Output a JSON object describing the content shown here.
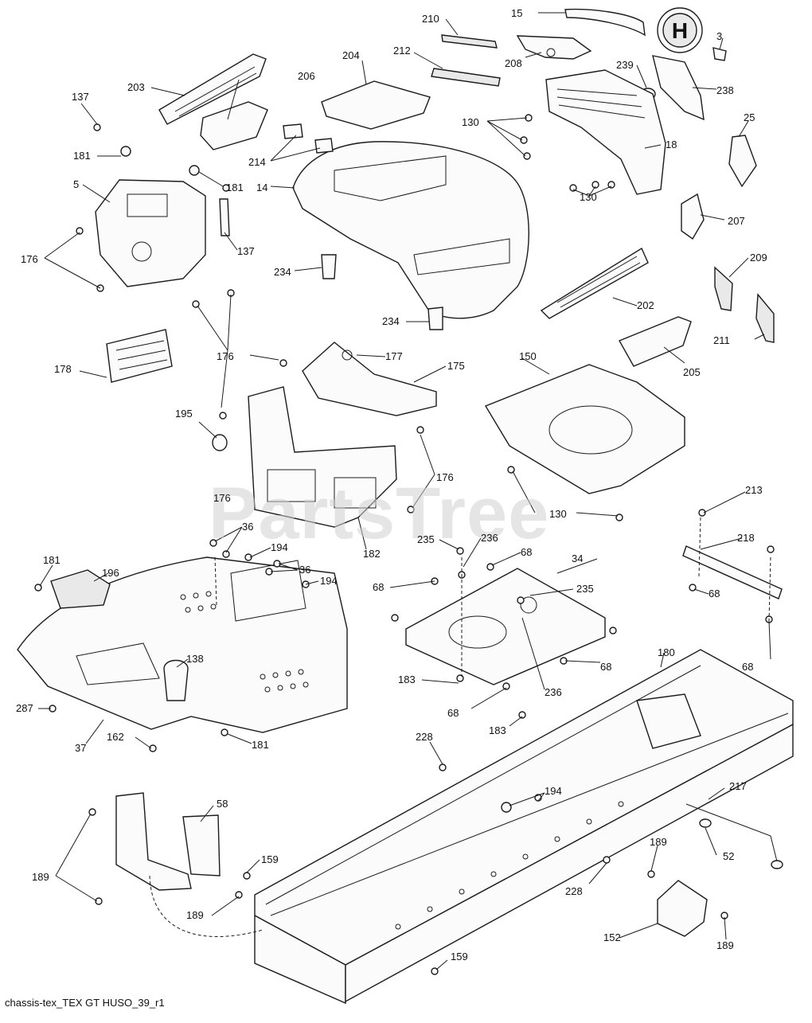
{
  "diagram": {
    "watermark": "PartsTree",
    "footer_caption": "chassis-tex_TEX GT HUSO_39_r1",
    "brand_badge_letter": "H",
    "labels": [
      {
        "id": "l15",
        "text": "15"
      },
      {
        "id": "l210",
        "text": "210"
      },
      {
        "id": "l3",
        "text": "3"
      },
      {
        "id": "l204",
        "text": "204"
      },
      {
        "id": "l212",
        "text": "212"
      },
      {
        "id": "l208",
        "text": "208"
      },
      {
        "id": "l239",
        "text": "239"
      },
      {
        "id": "l238",
        "text": "238"
      },
      {
        "id": "l203",
        "text": "203"
      },
      {
        "id": "l206",
        "text": "206"
      },
      {
        "id": "l137a",
        "text": "137"
      },
      {
        "id": "l130a",
        "text": "130"
      },
      {
        "id": "l25",
        "text": "25"
      },
      {
        "id": "l18",
        "text": "18"
      },
      {
        "id": "l181a",
        "text": "181"
      },
      {
        "id": "l214",
        "text": "214"
      },
      {
        "id": "l181b",
        "text": "181"
      },
      {
        "id": "l5",
        "text": "5"
      },
      {
        "id": "l14",
        "text": "14"
      },
      {
        "id": "l130b",
        "text": "130"
      },
      {
        "id": "l207",
        "text": "207"
      },
      {
        "id": "l176a",
        "text": "176"
      },
      {
        "id": "l137b",
        "text": "137"
      },
      {
        "id": "l234a",
        "text": "234"
      },
      {
        "id": "l209",
        "text": "209"
      },
      {
        "id": "l202",
        "text": "202"
      },
      {
        "id": "l234b",
        "text": "234"
      },
      {
        "id": "l211",
        "text": "211"
      },
      {
        "id": "l176b",
        "text": "176"
      },
      {
        "id": "l177",
        "text": "177"
      },
      {
        "id": "l150",
        "text": "150"
      },
      {
        "id": "l205",
        "text": "205"
      },
      {
        "id": "l178",
        "text": "178"
      },
      {
        "id": "l175",
        "text": "175"
      },
      {
        "id": "l195",
        "text": "195"
      },
      {
        "id": "l176c",
        "text": "176"
      },
      {
        "id": "l176d",
        "text": "176"
      },
      {
        "id": "l130c",
        "text": "130"
      },
      {
        "id": "l213",
        "text": "213"
      },
      {
        "id": "l36a",
        "text": "36"
      },
      {
        "id": "l182",
        "text": "182"
      },
      {
        "id": "l236a",
        "text": "236"
      },
      {
        "id": "l235a",
        "text": "235"
      },
      {
        "id": "l218",
        "text": "218"
      },
      {
        "id": "l194a",
        "text": "194"
      },
      {
        "id": "l68a",
        "text": "68"
      },
      {
        "id": "l34",
        "text": "34"
      },
      {
        "id": "l181c",
        "text": "181"
      },
      {
        "id": "l196",
        "text": "196"
      },
      {
        "id": "l36b",
        "text": "36"
      },
      {
        "id": "l194b",
        "text": "194"
      },
      {
        "id": "l68b",
        "text": "68"
      },
      {
        "id": "l235b",
        "text": "235"
      },
      {
        "id": "l68c",
        "text": "68"
      },
      {
        "id": "l138",
        "text": "138"
      },
      {
        "id": "l180",
        "text": "180"
      },
      {
        "id": "l68d",
        "text": "68"
      },
      {
        "id": "l68e",
        "text": "68"
      },
      {
        "id": "l183a",
        "text": "183"
      },
      {
        "id": "l236b",
        "text": "236"
      },
      {
        "id": "l68f",
        "text": "68"
      },
      {
        "id": "l287",
        "text": "287"
      },
      {
        "id": "l183b",
        "text": "183"
      },
      {
        "id": "l37",
        "text": "37"
      },
      {
        "id": "l162",
        "text": "162"
      },
      {
        "id": "l181d",
        "text": "181"
      },
      {
        "id": "l228a",
        "text": "228"
      },
      {
        "id": "l194c",
        "text": "194"
      },
      {
        "id": "l217",
        "text": "217"
      },
      {
        "id": "l58",
        "text": "58"
      },
      {
        "id": "l189a",
        "text": "189"
      },
      {
        "id": "l159a",
        "text": "159"
      },
      {
        "id": "l52",
        "text": "52"
      },
      {
        "id": "l189b",
        "text": "189"
      },
      {
        "id": "l228b",
        "text": "228"
      },
      {
        "id": "l189c",
        "text": "189"
      },
      {
        "id": "l152",
        "text": "152"
      },
      {
        "id": "l189d",
        "text": "189"
      },
      {
        "id": "l159b",
        "text": "159"
      }
    ]
  }
}
